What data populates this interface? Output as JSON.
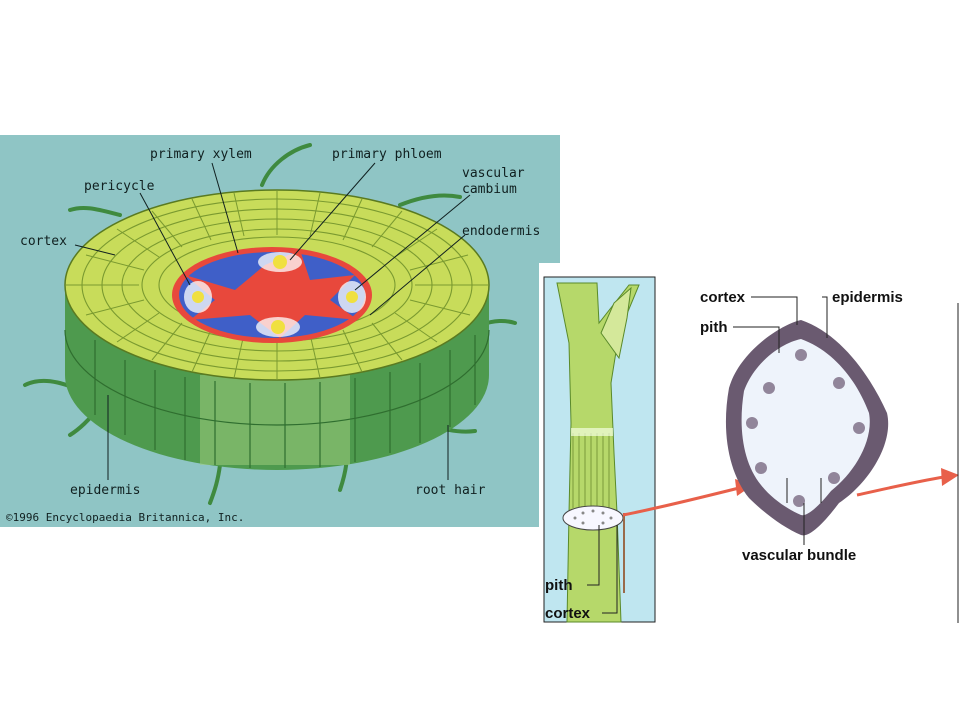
{
  "root_diagram": {
    "labels": {
      "primary_xylem": "primary xylem",
      "primary_phloem": "primary phloem",
      "vascular_cambium_line1": "vascular",
      "vascular_cambium_line2": "cambium",
      "pericycle": "pericycle",
      "cortex": "cortex",
      "endodermis": "endodermis",
      "epidermis": "epidermis",
      "root_hair": "root hair"
    },
    "copyright": "©1996 Encyclopaedia Britannica, Inc."
  },
  "stem_diagram": {
    "labels": {
      "cortex_top": "cortex",
      "epidermis": "epidermis",
      "pith_top": "pith",
      "vascular_bundle": "vascular bundle",
      "pith_bottom": "pith",
      "cortex_bottom": "cortex"
    }
  },
  "colors": {
    "root_background": "#8fc5c5",
    "cortex_cells": "#c8dc5a",
    "epidermis_side": "#4e9a4e",
    "phloem_blue": "#3f5fc8",
    "xylem_red": "#e8483c",
    "arrow_red": "#e8604a"
  }
}
